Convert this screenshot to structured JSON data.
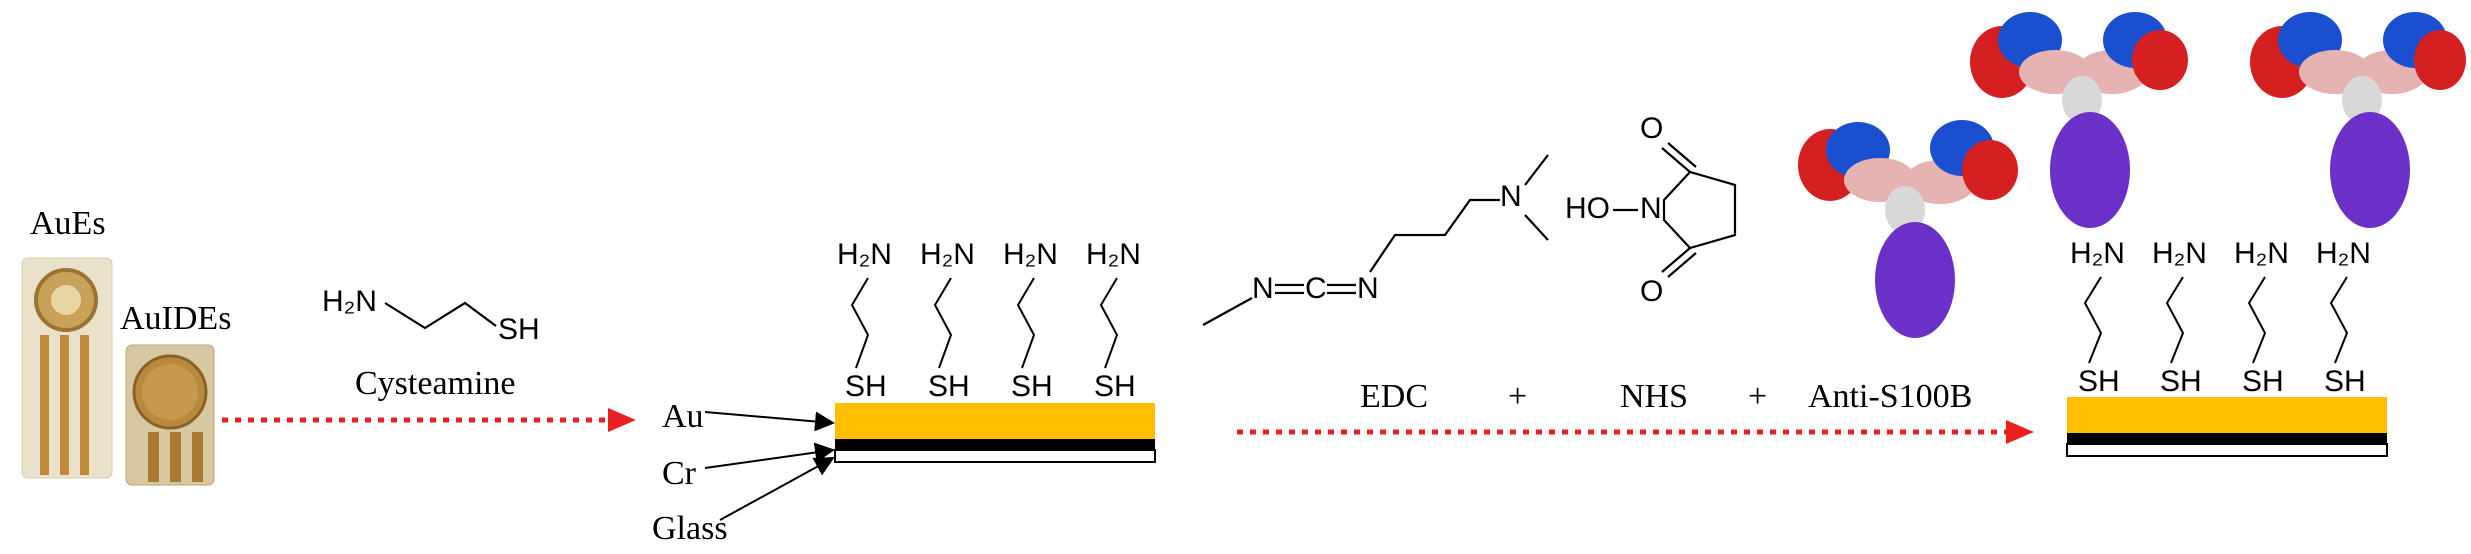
{
  "electrodes": {
    "aues_label": "AuEs",
    "auides_label": "AuIDEs"
  },
  "cysteamine": {
    "amine": "H₂N",
    "thiol": "SH",
    "name": "Cysteamine"
  },
  "layers": {
    "au": "Au",
    "cr": "Cr",
    "glass": "Glass"
  },
  "surface_groups": {
    "amine": "H₂N",
    "thiol": "SH"
  },
  "reagents": {
    "edc": "EDC",
    "plus1": "+",
    "nhs": "NHS",
    "plus2": "+",
    "antibody": "Anti-S100B"
  },
  "nhs_structure": {
    "ho": "HO",
    "n": "N",
    "o_top": "O",
    "o_bottom": "O"
  },
  "edc_structure": {
    "n1": "N",
    "c": "C",
    "n2": "N",
    "n3": "N"
  },
  "colors": {
    "arrow": "#e8201f",
    "gold_layer": "#ffbf00",
    "chromium_layer": "#000000",
    "antibody_fc": "#6a30c8",
    "antibody_fab_red": "#d42020",
    "antibody_fab_blue": "#1a4fcf"
  }
}
